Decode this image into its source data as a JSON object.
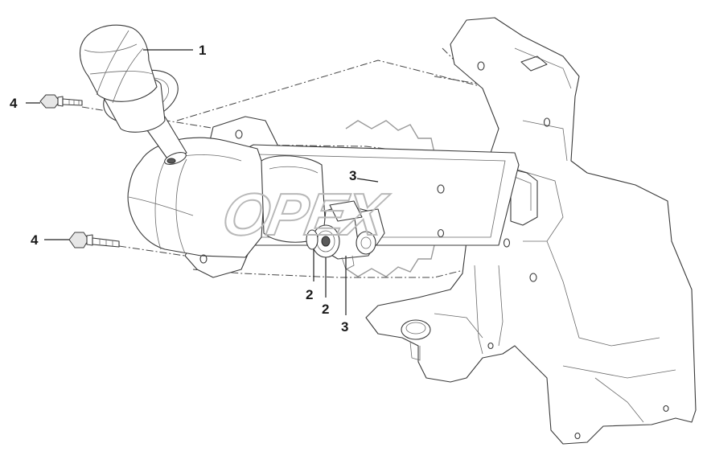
{
  "watermark": "OPEX",
  "callouts": [
    {
      "id": "c1",
      "label": "1"
    },
    {
      "id": "c2a",
      "label": "2"
    },
    {
      "id": "c2b",
      "label": "2"
    },
    {
      "id": "c3a",
      "label": "3"
    },
    {
      "id": "c3b",
      "label": "3"
    },
    {
      "id": "c4a",
      "label": "4"
    },
    {
      "id": "c4b",
      "label": "4"
    }
  ]
}
